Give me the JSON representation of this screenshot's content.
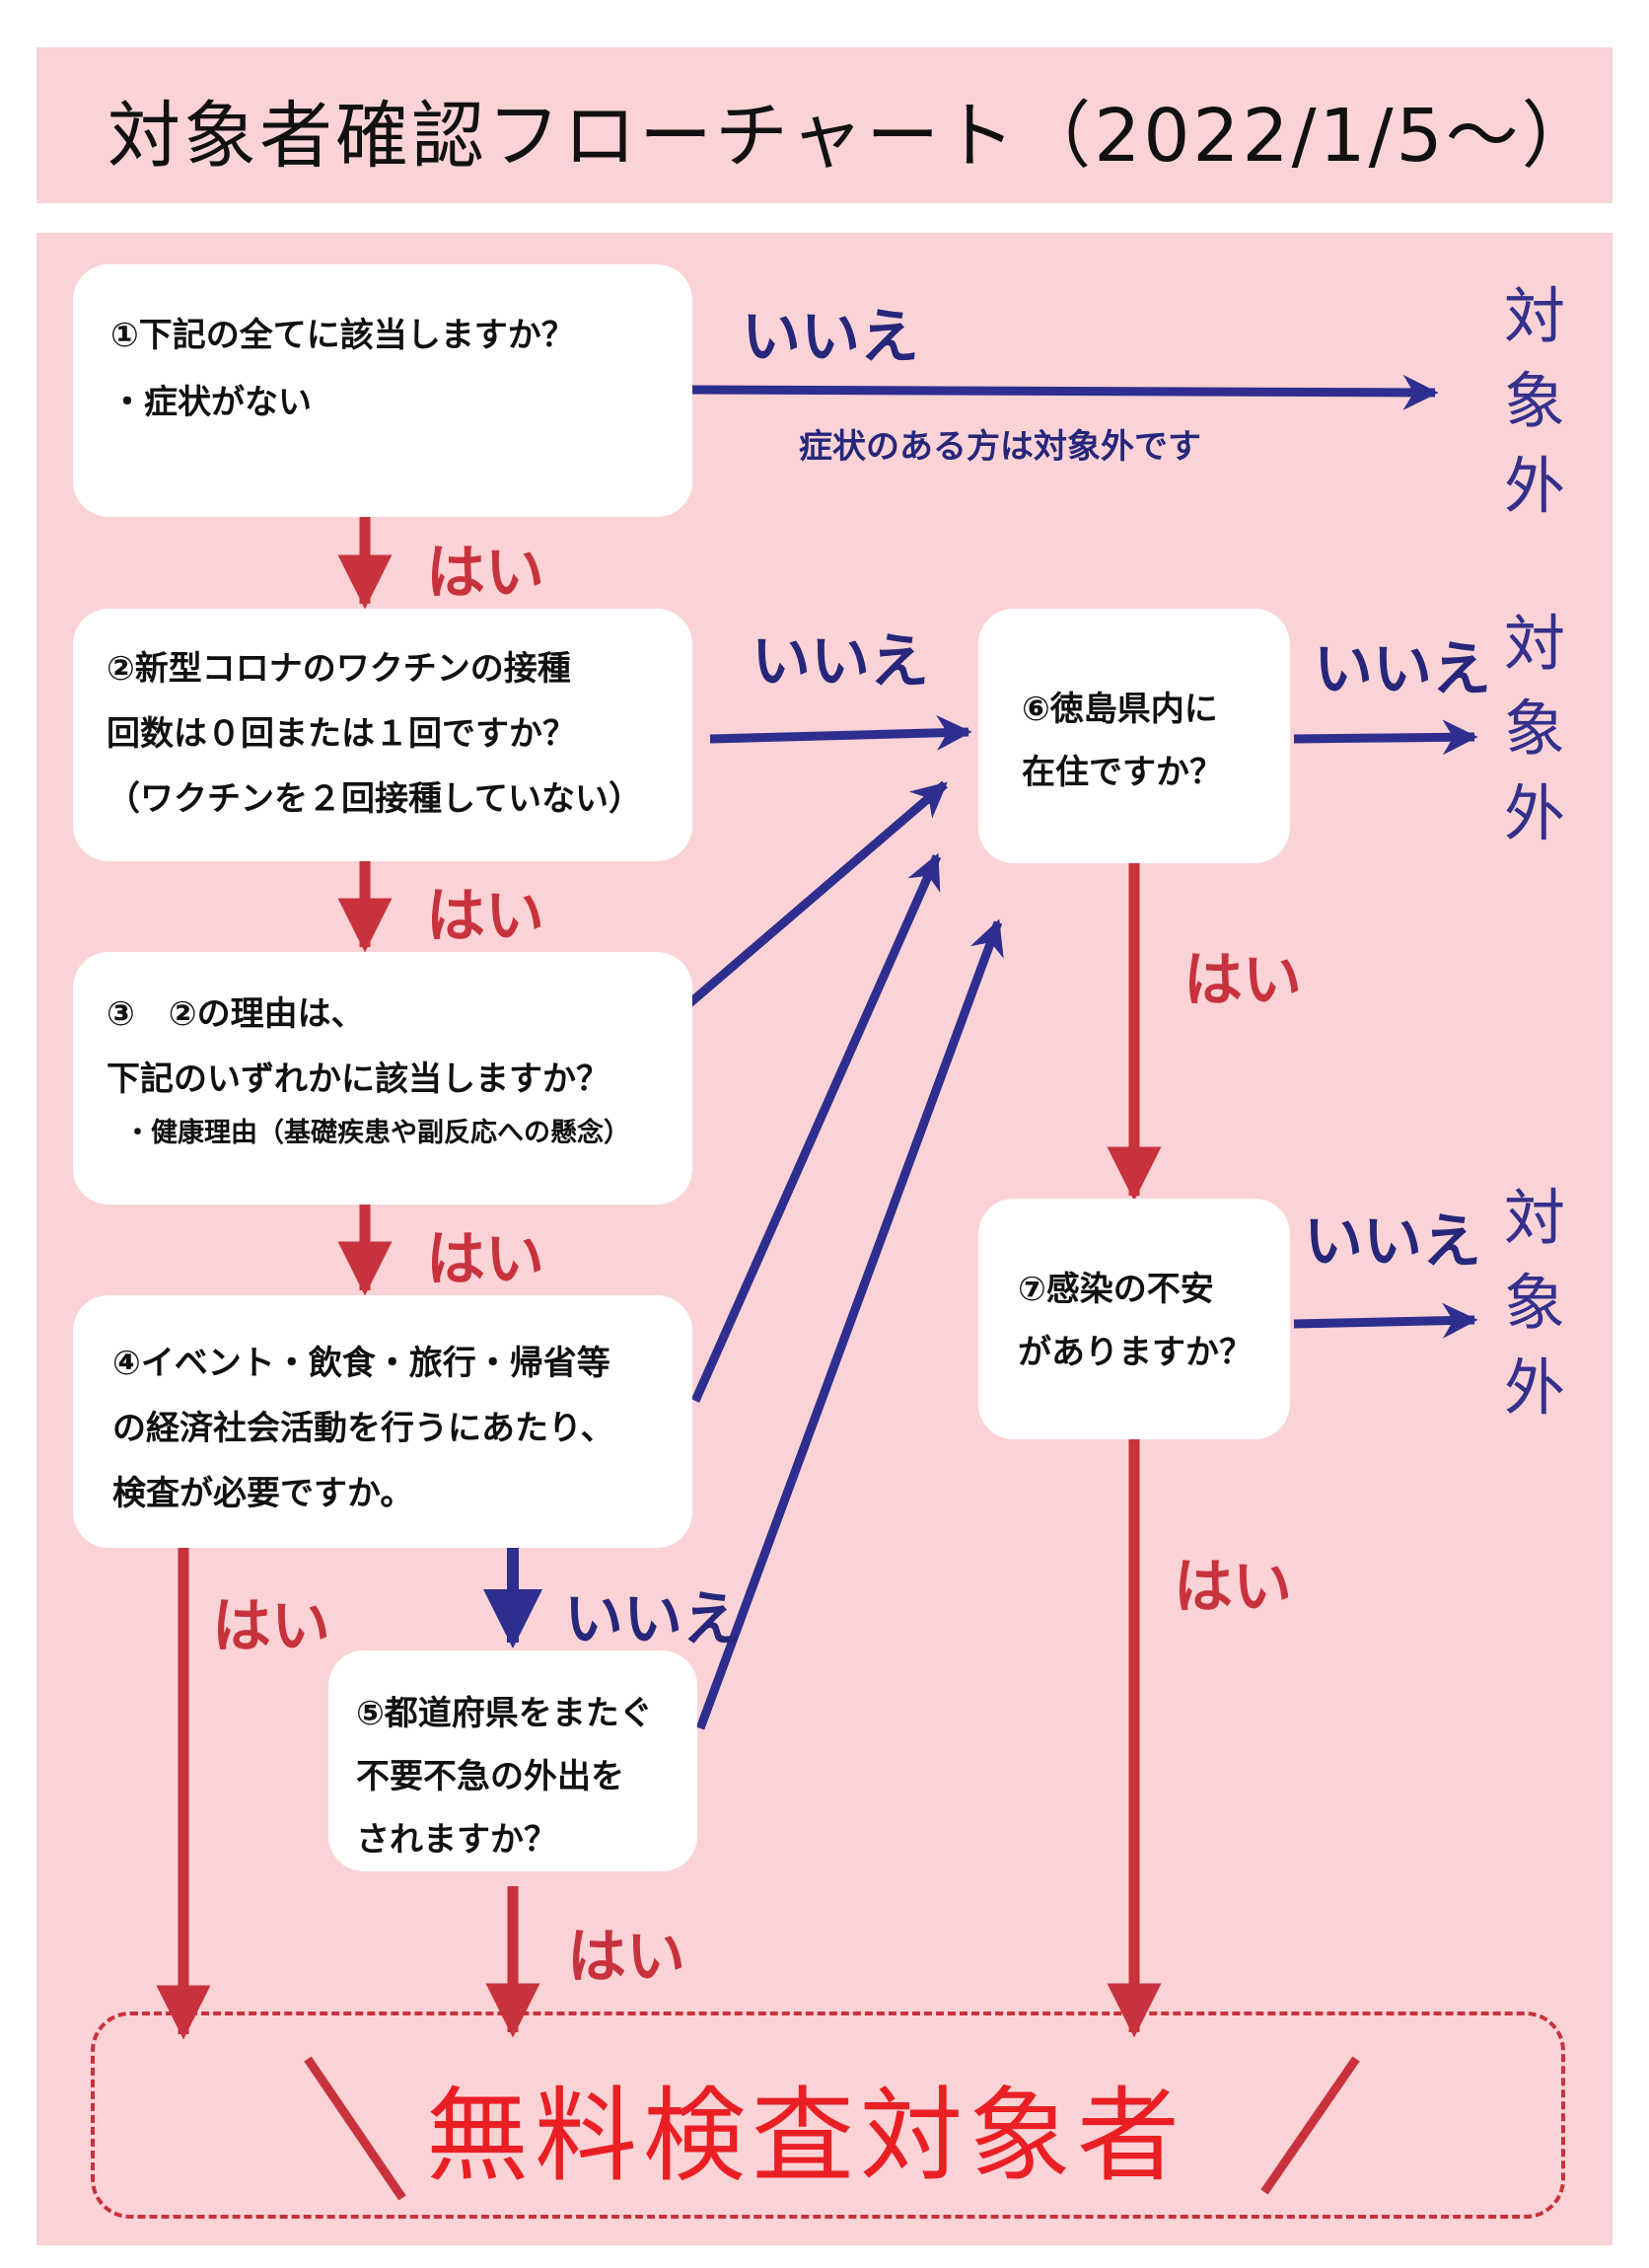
{
  "title": "対象者確認フローチャート（2022/1/5〜）",
  "nodes": {
    "q1": [
      "①下記の全てに該当しますか？",
      "・症状がない"
    ],
    "q2": [
      "②新型コロナのワクチンの接種",
      "回数は０回または１回ですか？",
      "（ワクチンを２回接種していない）"
    ],
    "q3": [
      "③　②の理由は、",
      "下記のいずれかに該当しますか？",
      "・健康理由（基礎疾患や副反応への懸念）"
    ],
    "q4": [
      "④イベント・飲食・旅行・帰省等",
      "の経済社会活動を行うにあたり、",
      "検査が必要ですか。"
    ],
    "q5": [
      "⑤都道府県をまたぐ",
      "不要不急の外出を",
      "されますか？"
    ],
    "q6": [
      "⑥徳島県内に",
      "在住ですか？"
    ],
    "q7": [
      "⑦感染の不安",
      "がありますか？"
    ]
  },
  "labels": {
    "yes": "はい",
    "no": "いいえ",
    "q1_no_note": "症状のある方は対象外です",
    "outside": "対象外"
  },
  "result": "無料検査対象者",
  "colors": {
    "background_panel": "#fbd3d6",
    "yes_arrow": "#c8323c",
    "no_arrow": "#2e2e8f",
    "result_text": "#ea1f24"
  }
}
